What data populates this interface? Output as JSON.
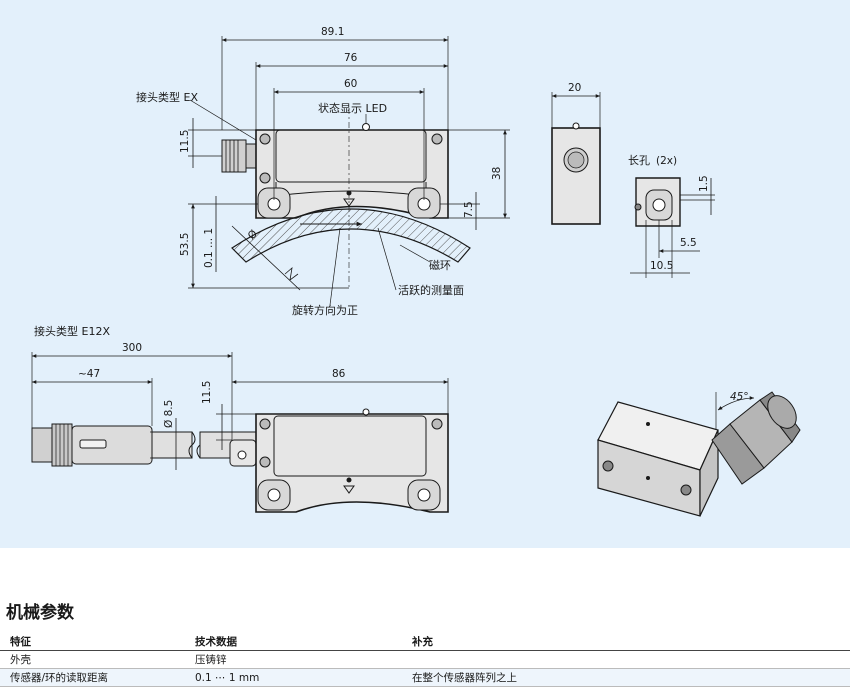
{
  "drawing": {
    "connector_ex_label": "接头类型 EX",
    "connector_e12x_label": "接头类型 E12X",
    "status_led_label": "状态显示 LED",
    "slot_label": "长孔",
    "slot_count": "(2x)",
    "magnet_ring_label": "磁环",
    "active_surface_label": "活跃的测量面",
    "rotation_label": "旋转方向为正",
    "angle_label": "45°",
    "dimensions": {
      "d_89_1": "89.1",
      "d_76": "76",
      "d_60": "60",
      "d_11_5": "11.5",
      "d_38": "38",
      "d_7_5": "7.5",
      "d_53_5": "53.5",
      "d_gap": "0.1 ... 1",
      "d_phi": "Ø",
      "d_20": "20",
      "d_1_5": "1.5",
      "d_5_5": "5.5",
      "d_10_5": "10.5",
      "d_300": "300",
      "d_47": "~47",
      "d_86": "86",
      "d_8_5": "Ø 8.5",
      "d_11_5b": "11.5"
    }
  },
  "section_title": "机械参数",
  "table": {
    "headers": [
      "特征",
      "技术数据",
      "补充"
    ],
    "rows": [
      [
        "外壳",
        "压铸锌",
        ""
      ],
      [
        "传感器/环的读取距离",
        "0.1 ⋯ 1 mm",
        "在整个传感器阵列之上"
      ]
    ]
  },
  "colors": {
    "background": "#e3f0fb",
    "housing": "#e6e6e6",
    "line": "#1a1a1a"
  }
}
